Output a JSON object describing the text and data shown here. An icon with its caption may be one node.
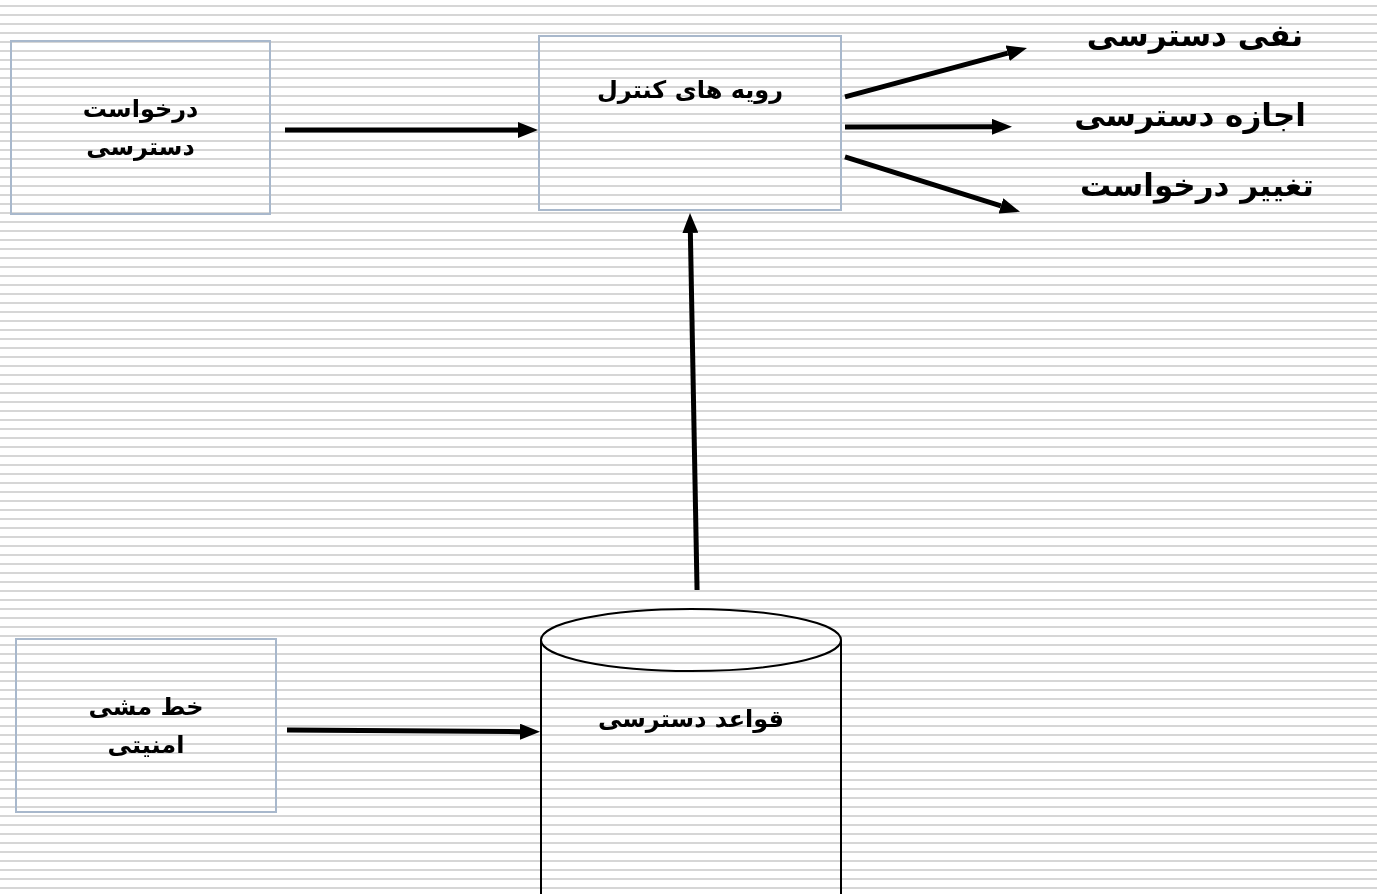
{
  "diagram": {
    "nodes": [
      {
        "text": [
          "درخواست دسترسی"
        ]
      },
      {
        "text": [
          "رویه های کنترل"
        ]
      },
      {
        "text": [
          "نفی دسترسی"
        ]
      },
      {
        "text": [
          "اجازه دسترسی"
        ]
      },
      {
        "text": [
          "تغییر درخواست"
        ]
      },
      {
        "text": [
          "خط مشی امنیتی"
        ]
      },
      {
        "text": [
          "قواعد دسترسی"
        ]
      }
    ],
    "edges": [
      {
        "from": 0,
        "to": 1,
        "arrow": "to"
      },
      {
        "from": 1,
        "to": 2,
        "arrow": "to"
      },
      {
        "from": 1,
        "to": 3,
        "arrow": "to"
      },
      {
        "from": 1,
        "to": 4,
        "arrow": "to"
      },
      {
        "from": 5,
        "to": 6,
        "arrow": "to"
      },
      {
        "from": 6,
        "to": 1,
        "arrow": "to"
      }
    ]
  }
}
